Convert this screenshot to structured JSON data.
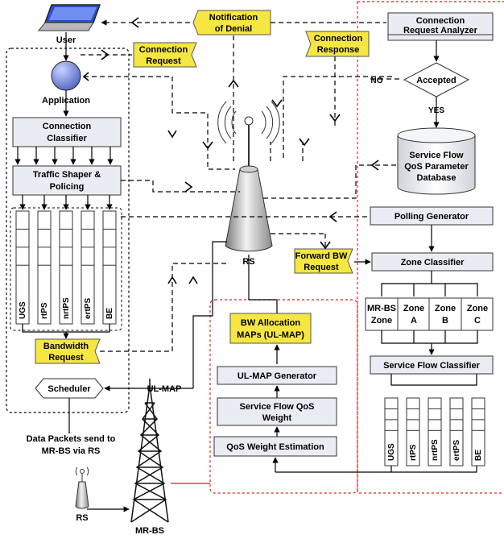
{
  "labels": {
    "user": "User",
    "application": "Application",
    "notification_line1": "Notification",
    "notification_line2": "of Denial",
    "connection_request_line1": "Connection",
    "connection_request_line2": "Request",
    "connection_response_line1": "Connection",
    "connection_response_line2": "Response",
    "analyzer_line1": "Connection",
    "analyzer_line2": "Request Analyzer",
    "accepted": "Accepted",
    "no": "NO",
    "yes": "YES",
    "database_line1": "Service Flow",
    "database_line2": "QoS Parameter",
    "database_line3": "Database",
    "polling_generator": "Polling Generator",
    "connection_classifier_line1": "Connection",
    "connection_classifier_line2": "Classifier",
    "traffic_shaper_line1": "Traffic Shaper &",
    "traffic_shaper_line2": "Policing",
    "rs_tower": "RS",
    "forward_bw_line1": "Forward BW",
    "forward_bw_line2": "Request",
    "zone_classifier": "Zone Classifier",
    "zone_mrbs_line1": "MR-BS",
    "zone_mrbs_line2": "Zone",
    "zone_a_line1": "Zone",
    "zone_a_line2": "A",
    "zone_b_line1": "Zone",
    "zone_b_line2": "B",
    "zone_c_line1": "Zone",
    "zone_c_line2": "C",
    "bw_alloc_line1": "BW Allocation",
    "bw_alloc_line2": "MAPs (UL-MAP)",
    "ulmap_generator": "UL-MAP Generator",
    "sf_qos_weight_line1": "Service Flow QoS",
    "sf_qos_weight_line2": "Weight",
    "qos_weight_estimation": "QoS Weight Estimation",
    "service_flow_classifier": "Service Flow Classifier",
    "bw_request_line1": "Bandwidth",
    "bw_request_line2": "Request",
    "scheduler": "Scheduler",
    "ul_map": "UL-MAP",
    "data_packets_line1": "Data Packets send to",
    "data_packets_line2": "MR-BS via RS",
    "rs_small": "RS",
    "mrbs": "MR-BS"
  },
  "queues_left": [
    "UGS",
    "rtPS",
    "nrtPS",
    "ertPS",
    "BE"
  ],
  "queues_right": [
    "UGS",
    "rtPS",
    "nrtPS",
    "ertPS",
    "BE"
  ],
  "colors": {
    "yellow_note": "#f5e642",
    "gray_box": "#e9ecf2",
    "app_node": "#6a7fd8",
    "boundary_red": "#e0201b",
    "line": "#000000"
  }
}
